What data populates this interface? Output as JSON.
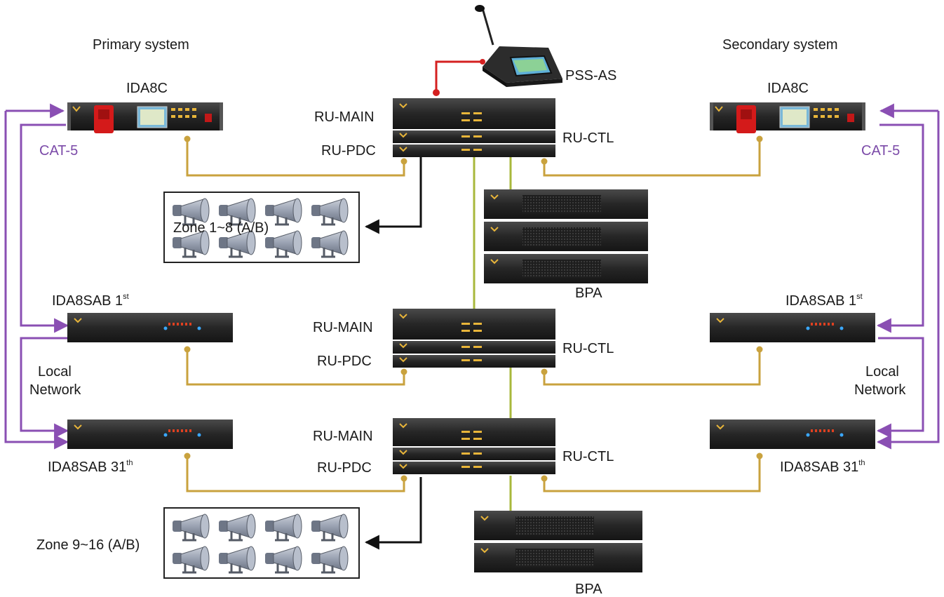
{
  "titles": {
    "primary": "Primary system",
    "secondary": "Secondary system"
  },
  "devices": {
    "pss_as": "PSS-AS",
    "ida8c_left": "IDA8C",
    "ida8c_right": "IDA8C",
    "ru_main": "RU-MAIN",
    "ru_ctl": "RU-CTL",
    "ru_pdc": "RU-PDC",
    "bpa": "BPA",
    "ida8sab_1_name": "IDA8SAB 1",
    "ida8sab_1_sup": "st",
    "ida8sab_31_name": "IDA8SAB 31",
    "ida8sab_31_sup": "th"
  },
  "links": {
    "cat5": "CAT-5",
    "local_network_line1": "Local",
    "local_network_line2": "Network"
  },
  "zones": {
    "zone_a": "Zone 1~8 (A/B)",
    "zone_b": "Zone 9~16 (A/B)"
  },
  "colors": {
    "gold_cable": "#c9a23e",
    "green_cable": "#a8b83c",
    "purple_cable": "#8a4fb3",
    "red_cable": "#d42020",
    "black_cable": "#111111",
    "rack_body": "#2a2a2a"
  }
}
